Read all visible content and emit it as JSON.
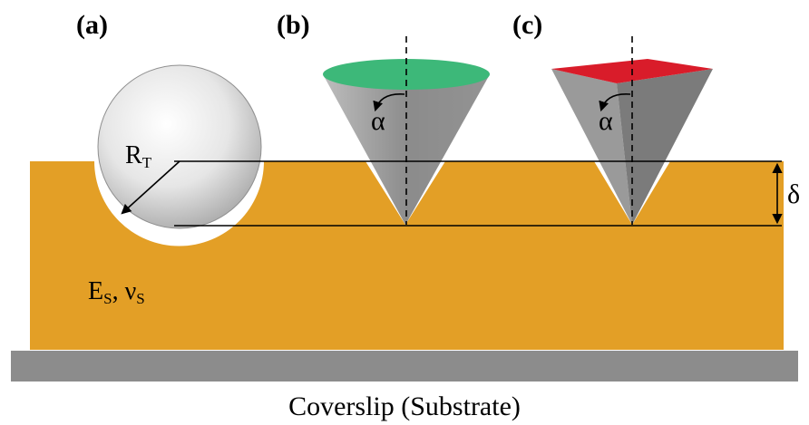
{
  "panel_labels": {
    "a": "(a)",
    "b": "(b)",
    "c": "(c)"
  },
  "labels": {
    "tip_radius_main": "R",
    "tip_radius_sub": "T",
    "half_angle_b": "α",
    "half_angle_c": "α",
    "indentation_depth": "δ",
    "sample_modulus_main": "E",
    "sample_modulus_sub": "S",
    "separator": ", ",
    "sample_poisson_main": "ν",
    "sample_poisson_sub": "S",
    "substrate_caption": "Coverslip (Substrate)"
  },
  "colors": {
    "sample": "#E39F26",
    "substrate": "#8C8C8C",
    "cone_body": "#8A8A8A",
    "cone_top_b": "#3DB879",
    "pyramid_top_c": "#D91C2A",
    "sphere_light": "#FFFFFF",
    "sphere_dark": "#9A9A9A",
    "line": "#000000"
  },
  "indenters": [
    {
      "panel": "a",
      "shape": "spherical"
    },
    {
      "panel": "b",
      "shape": "conical"
    },
    {
      "panel": "c",
      "shape": "pyramidal"
    }
  ]
}
